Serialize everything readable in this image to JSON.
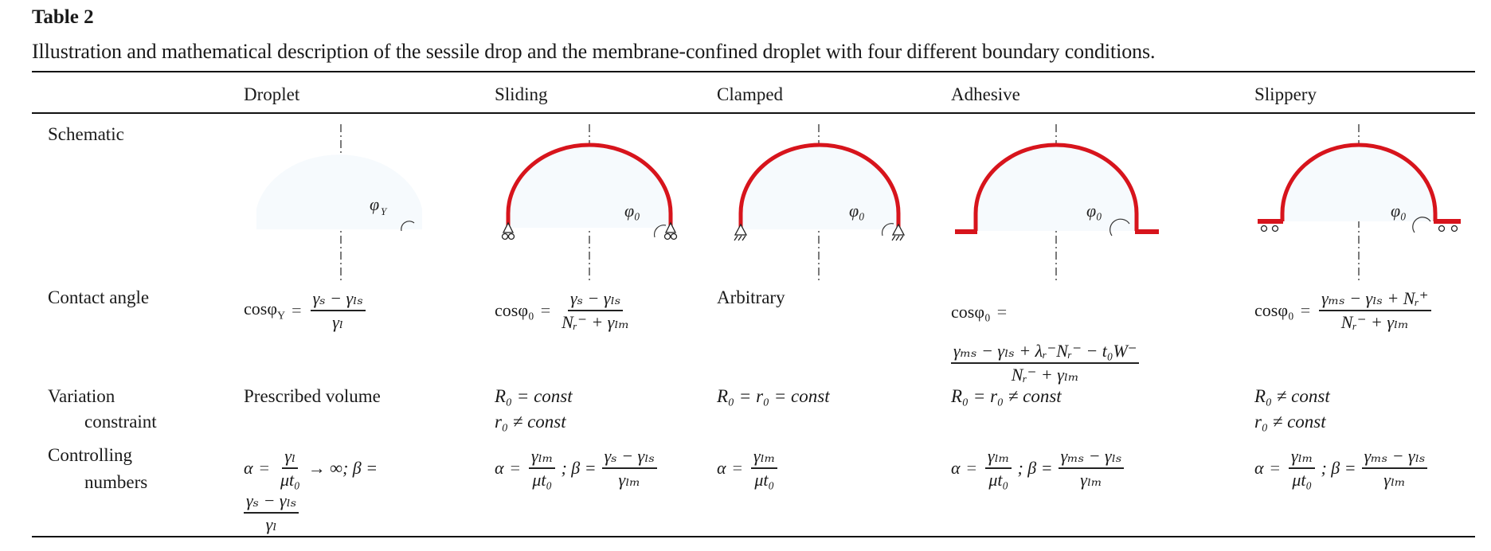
{
  "title": "Table 2",
  "caption": "Illustration and mathematical description of the sessile drop and the membrane-confined droplet with four different boundary conditions.",
  "columns": [
    "Droplet",
    "Sliding",
    "Clamped",
    "Adhesive",
    "Slippery"
  ],
  "row_labels": {
    "schematic": "Schematic",
    "contact_angle": "Contact angle",
    "variation_1": "Variation",
    "variation_2": "constraint",
    "controlling_1": "Controlling",
    "controlling_2": "numbers"
  },
  "schematic": {
    "droplet_angle": "φ",
    "droplet_angle_sub": "Y",
    "membrane_angle": "φ₀"
  },
  "contact_angle": {
    "droplet": {
      "lhs": "cosφ",
      "lhs_sub": "Y",
      "eq": "=",
      "num": "γₛ − γₗₛ",
      "den": "γₗ"
    },
    "sliding": {
      "lhs": "cosφ₀",
      "eq": "=",
      "num": "γₛ − γₗₛ",
      "den": "Nᵣ⁻ + γₗₘ"
    },
    "clamped": "Arbitrary",
    "adhesive": {
      "lhs": "cosφ₀",
      "eq": "=",
      "num": "γₘₛ − γₗₛ + λᵣ⁻Nᵣ⁻ − t₀W⁻",
      "den": "Nᵣ⁻ + γₗₘ"
    },
    "slippery": {
      "lhs": "cosφ₀",
      "eq": "=",
      "num": "γₘₛ − γₗₛ + Nᵣ⁺",
      "den": "Nᵣ⁻ + γₗₘ"
    }
  },
  "variation": {
    "droplet": "Prescribed volume",
    "sliding_1": "R₀ = const",
    "sliding_2": "r₀ ≠ const",
    "clamped": "R₀ = r₀ = const",
    "adhesive": "R₀ = r₀ ≠ const",
    "slippery_1": "R₀ ≠ const",
    "slippery_2": "r₀ ≠ const"
  },
  "controlling": {
    "droplet": {
      "alpha": "α",
      "eq": "=",
      "a_num": "γₗ",
      "a_den": "μt₀",
      "tail": "→ ∞; β =",
      "b_num": "γₛ − γₗₛ",
      "b_den": "γₗ"
    },
    "sliding": {
      "alpha": "α",
      "eq": "=",
      "a_num": "γₗₘ",
      "a_den": "μt₀",
      "mid": "; β =",
      "b_num": "γₛ − γₗₛ",
      "b_den": "γₗₘ"
    },
    "clamped": {
      "alpha": "α",
      "eq": "=",
      "a_num": "γₗₘ",
      "a_den": "μt₀"
    },
    "adhesive": {
      "alpha": "α",
      "eq": "=",
      "a_num": "γₗₘ",
      "a_den": "μt₀",
      "mid": "; β =",
      "b_num": "γₘₛ − γₗₛ",
      "b_den": "γₗₘ"
    },
    "slippery": {
      "alpha": "α",
      "eq": "=",
      "a_num": "γₗₘ",
      "a_den": "μt₀",
      "mid": "; β =",
      "b_num": "γₘₛ − γₗₛ",
      "b_den": "γₗₘ"
    }
  },
  "colors": {
    "membrane": "#d7141c",
    "rule": "#111111"
  }
}
